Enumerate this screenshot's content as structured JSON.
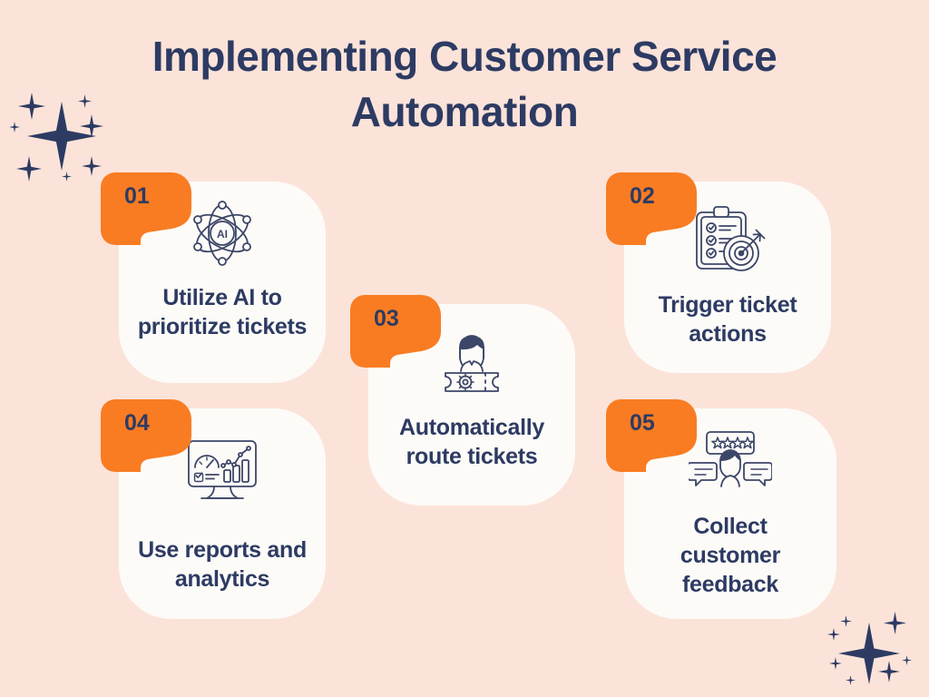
{
  "page": {
    "title": "Implementing Customer Service Automation",
    "background_color": "#FCE3D9",
    "card_color": "#FDFBF8",
    "accent_color": "#F97C22",
    "text_color": "#2D3B63"
  },
  "cards": [
    {
      "number": "01",
      "label": "Utilize AI to prioritize tickets",
      "icon": "ai-atom-icon",
      "icon_text": "AI"
    },
    {
      "number": "02",
      "label": "Trigger ticket actions",
      "icon": "clipboard-target-icon"
    },
    {
      "number": "03",
      "label": "Automatically route tickets",
      "icon": "agent-ticket-gear-icon"
    },
    {
      "number": "04",
      "label": "Use reports and analytics",
      "icon": "monitor-analytics-icon"
    },
    {
      "number": "05",
      "label": "Collect customer feedback",
      "icon": "customer-feedback-stars-icon",
      "star_count": 4
    }
  ],
  "decorations": [
    {
      "name": "sparkle-cluster-top-left"
    },
    {
      "name": "sparkle-cluster-bottom-right"
    }
  ]
}
